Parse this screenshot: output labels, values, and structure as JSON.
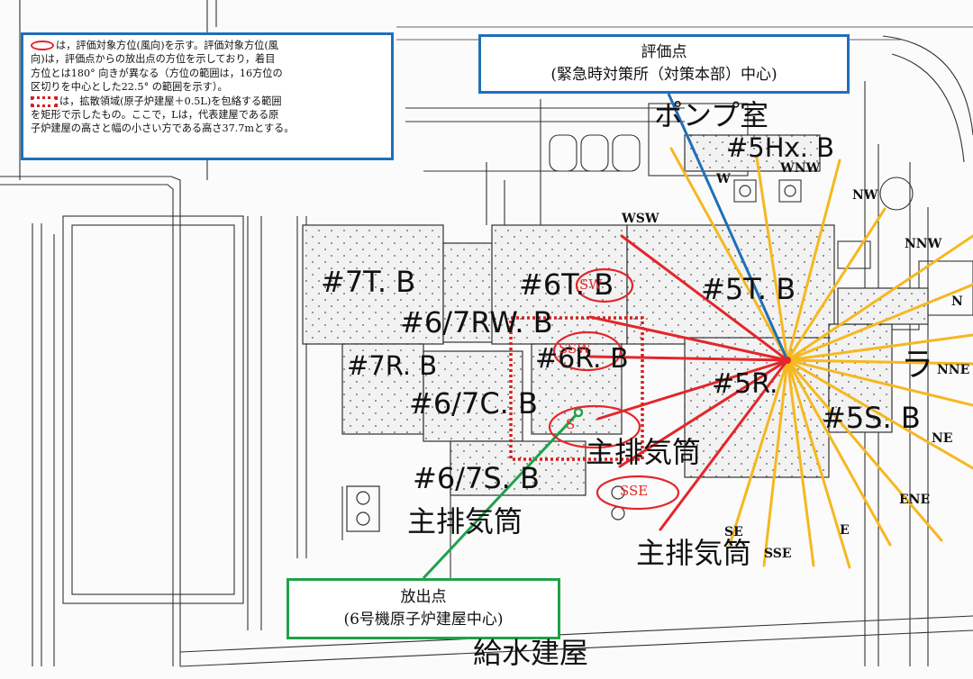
{
  "colors": {
    "eval_box": "#1f6fb8",
    "release_box": "#1fa24a",
    "target_sector": "#e3262b",
    "other_sector": "#f5b820",
    "eval_line": "#1f6fb8",
    "release_line": "#1fa24a",
    "building_fill": "#efefef",
    "diffusion_rect": "#d42020"
  },
  "note": {
    "ellipse_symbol": "red-ellipse-icon",
    "line1": "は，評価対象方位(風向)を示す。評価対象方位(風",
    "line2": "向)は，評価点からの放出点の方位を示しており，着目",
    "line3": "方位とは180° 向きが異なる（方位の範囲は，16方位の",
    "line4": "区切りを中心とした22.5° の範囲を示す）。",
    "rect_symbol": "red-dotted-rectangle-icon",
    "line5": "は，拡散領域(原子炉建屋＋0.5L)を包絡する範囲",
    "line6": "を矩形で示したもの。ここで，Lは，代表建屋である原",
    "line7": "子炉建屋の高さと幅の小さい方である高さ37.7mとする。"
  },
  "evaluation_point": {
    "title": "評価点",
    "subtitle": "(緊急時対策所（対策本部）中心)"
  },
  "release_point": {
    "title": "放出点",
    "subtitle": "(6号機原子炉建屋中心)"
  },
  "buildings": {
    "t7": "#7T. B",
    "t6": "#6T. B",
    "t5": "#5T. B",
    "rw67": "#6/7RW. B",
    "r7": "#7R. B",
    "r6": "#6R. B",
    "r5": "#5R.",
    "c67": "#6/7C. B",
    "s67": "#6/7S. B",
    "s5": "#5S. B",
    "hx5": "#5Hx. B",
    "pump": "ポンプ室",
    "stack_1": "主排気筒",
    "stack_2": "主排気筒",
    "stack_3": "主排気筒",
    "water": "給水建屋",
    "right_fragment": "ラ"
  },
  "directions": {
    "wsw": "WSW",
    "sw": "SW",
    "ssw": "SSW",
    "s": "S",
    "sse": "SSE",
    "se": "SE",
    "sse_black": "SSE",
    "e": "E",
    "ene": "ENE",
    "ne": "NE",
    "nne": "NNE",
    "n": "N",
    "nnw": "NNW",
    "nw": "NW",
    "wnw": "WNW",
    "w": "W"
  }
}
